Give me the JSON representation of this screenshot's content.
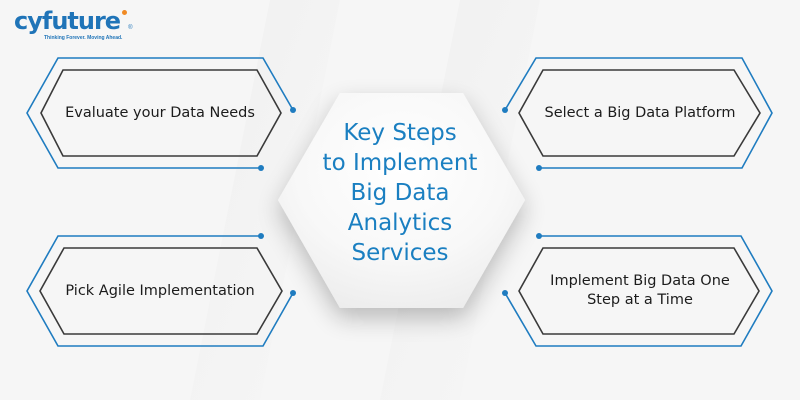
{
  "brand": {
    "name": "cyfuture",
    "tagline": "Thinking Forever. Moving Ahead.",
    "registered_mark": "®",
    "primary_color": "#1f74b8",
    "accent_color": "#f08a24"
  },
  "center": {
    "title_lines": [
      "Key Steps",
      "to Implement",
      "Big Data",
      "Analytics",
      "Services"
    ],
    "text_color": "#1a7fc1"
  },
  "steps": [
    {
      "label": "Evaluate your Data Needs"
    },
    {
      "label": "Select a Big Data Platform"
    },
    {
      "label": "Pick Agile Implementation"
    },
    {
      "label": "Implement Big Data One Step at a Time"
    }
  ],
  "colors": {
    "outline_blue": "#1f7cc0",
    "outline_dark": "#3a3a3a",
    "background": "#f6f6f6"
  }
}
